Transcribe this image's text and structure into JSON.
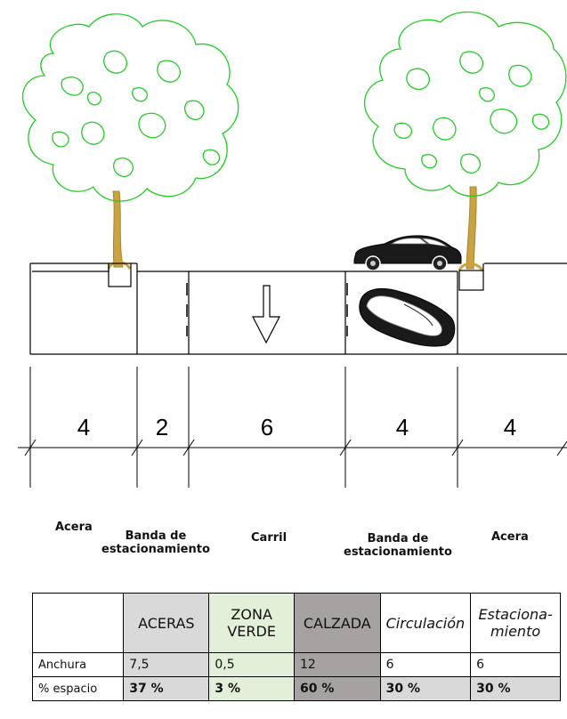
{
  "colors": {
    "tree_canopy": "#22cc22",
    "tree_trunk": "#c9a341",
    "aceras_bg": "#d9d9d9",
    "verde_bg": "#e2efd9",
    "calzada_bg": "#a6a2a2",
    "line": "#000000"
  },
  "icons": [
    "tree-icon",
    "car-side-icon",
    "car-top-icon",
    "down-arrow-icon"
  ],
  "dimensions": [
    "4",
    "2",
    "6",
    "4",
    "4"
  ],
  "bands": {
    "acera_left": "Acera",
    "banda_left": "Banda de\nestacionamiento",
    "carril": "Carril",
    "banda_right": "Banda de\nestacionamiento",
    "acera_right": "Acera"
  },
  "table": {
    "headers": [
      "",
      "ACERAS",
      "ZONA VERDE",
      "CALZADA",
      "Circulación",
      "Estaciona-\nmiento"
    ],
    "rows": [
      {
        "label": "Anchura",
        "values": [
          "7,5",
          "0,5",
          "12",
          "6",
          "6"
        ]
      },
      {
        "label": "% espacio",
        "values": [
          "37 %",
          "3 %",
          "60 %",
          "30 %",
          "30 %"
        ]
      }
    ]
  }
}
